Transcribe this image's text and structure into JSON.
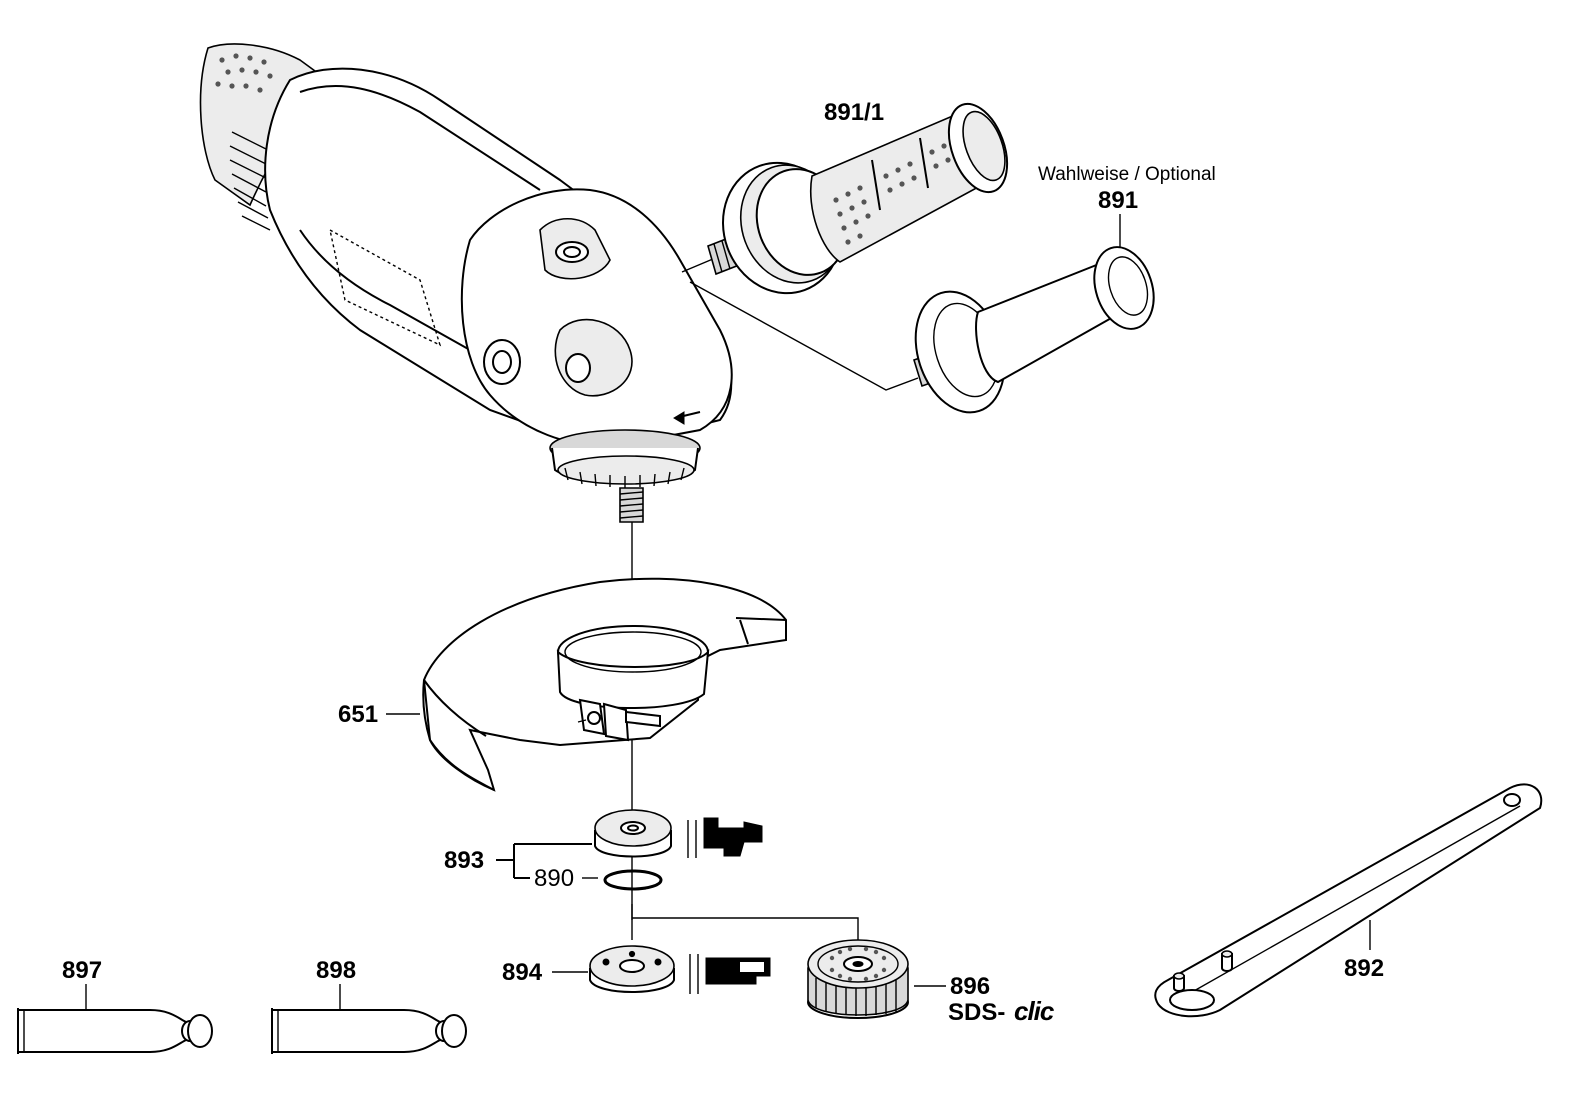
{
  "labels": {
    "p891_1": "891/1",
    "optional_note": "Wahlweise / Optional",
    "p891": "891",
    "p651": "651",
    "p893": "893",
    "p890": "890",
    "p894": "894",
    "p896": "896",
    "p896_system": "SDS-",
    "p896_system_logo": "clic",
    "p897": "897",
    "p898": "898",
    "p892": "892"
  }
}
